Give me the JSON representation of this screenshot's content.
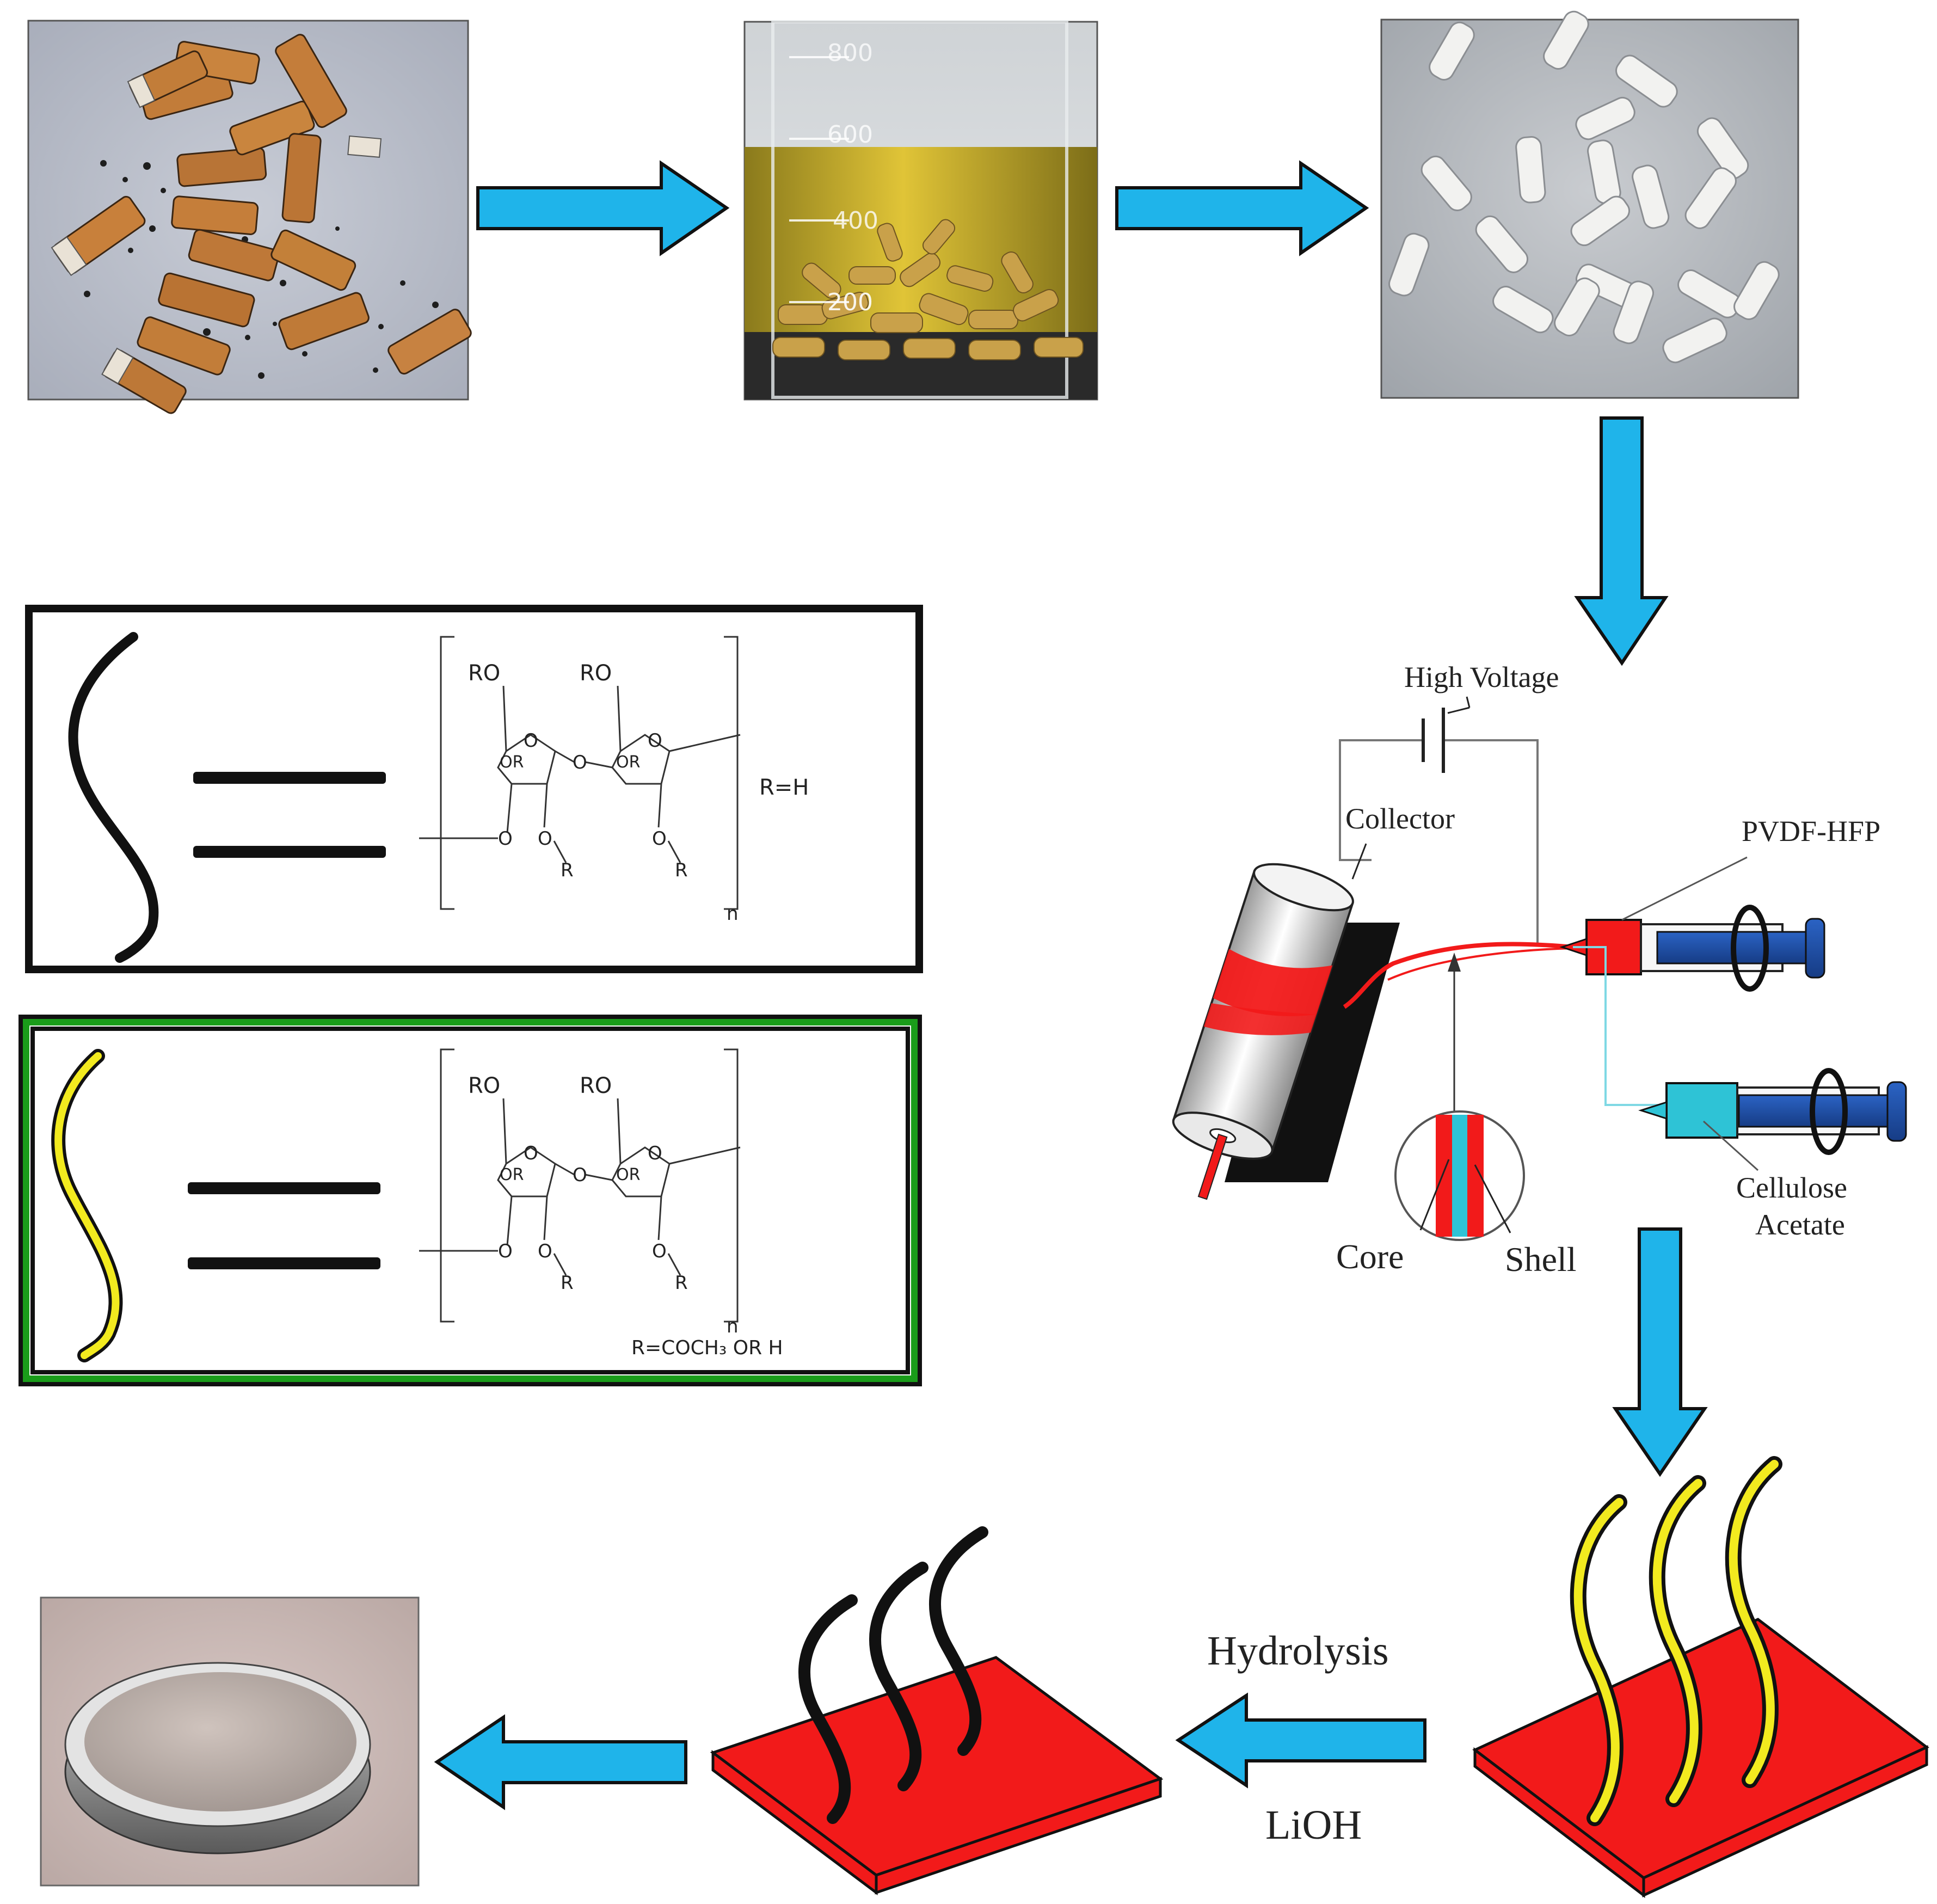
{
  "beaker": {
    "marks": [
      "800",
      "600",
      "400",
      "200"
    ]
  },
  "panel_top": {
    "ro_left": "RO",
    "ro_right": "RO",
    "or_left": "OR",
    "or_right": "OR",
    "o_ring1": "O",
    "o_link": "O",
    "o_ring2": "O",
    "o_bottom1": "O",
    "o_sub1": "O",
    "o_sub2": "O",
    "r_sub1": "R",
    "r_sub2": "R",
    "n": "n",
    "r_def": "R=H"
  },
  "panel_bottom": {
    "ro_left": "RO",
    "ro_right": "RO",
    "or_left": "OR",
    "or_right": "OR",
    "o_ring1": "O",
    "o_link": "O",
    "o_ring2": "O",
    "o_bottom1": "O",
    "o_sub1": "O",
    "o_sub2": "O",
    "r_sub1": "R",
    "r_sub2": "R",
    "n": "n",
    "r_def": "R=COCH₃ OR H"
  },
  "electrospin": {
    "high_voltage": "High Voltage",
    "collector": "Collector",
    "pvdf_hfp": "PVDF-HFP",
    "cellulose": "Cellulose",
    "acetate": "Acetate",
    "core": "Core",
    "shell": "Shell"
  },
  "process": {
    "hydrolysis": "Hydrolysis",
    "lioh": "LiOH"
  },
  "colors": {
    "arrow_fill": "#1fb4ea",
    "arrow_stroke": "#111111",
    "membrane_red": "#f21a1a",
    "fiber_yellow": "#f2ea1f",
    "green_frame": "#1a9c1a",
    "syringe_blue": "#1f4fa6",
    "syringe_cyan": "#2ec3d6"
  }
}
